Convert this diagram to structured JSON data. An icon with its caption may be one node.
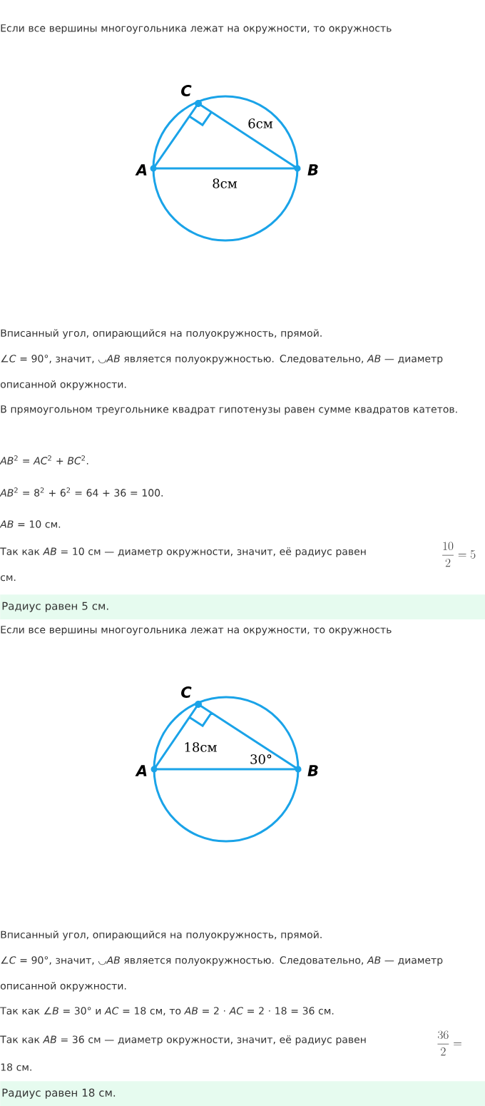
{
  "diagram": {
    "nodes": [
      {
        "text": [
          "Радиус равен 5 см."
        ]
      },
      {
        "text": [
          "Радиус равен 18 см."
        ]
      }
    ],
    "labels": [
      "Если все вершины многоугольника лежат на окружности, то окружность",
      "C",
      "6см",
      "A",
      "B",
      "8см",
      "Вписанный угол, опирающийся на полуокружность, прямой.",
      "∠*C* = 90°, значит, ◡*AB* является полуокружностью. Следовательно, *AB* — диаметр описанной окружности.",
      "В прямоугольном треугольнике квадрат гипотенузы равен сумме квадратов катетов.",
      "*AB*$^{2}$ = *AC*$^{2}$ + *BC*$^{2}$.",
      "*AB*$^{2}$ = 8$^{2}$ + 6$^{2}$ = 64 + 36 = 100.",
      "*AB* = 10 см.",
      "Так как *AB* = 10 см — диаметр окружности, значит, её радиус равен",
      "\\frac{10}{2}=5",
      "см.",
      "Если все вершины многоугольника лежат на окружности, то окружность",
      "C",
      "18см",
      "30°",
      "A",
      "B",
      "Вписанный угол, опирающийся на полуокружность, прямой.",
      "∠*C* = 90°, значит, ◡*AB* является полуокружностью. Следовательно, *AB* — диаметр описанной окружности.",
      "Так как ∠*B* = 30° и *AC* = 18 см, то *AB* = 2 · *AC* = 2 · 18 = 36 см.",
      "Так как *AB* = 36 см — диаметр окружности, значит, её радиус равен",
      "\\frac{36}{2}=",
      "18 см."
    ]
  }
}
